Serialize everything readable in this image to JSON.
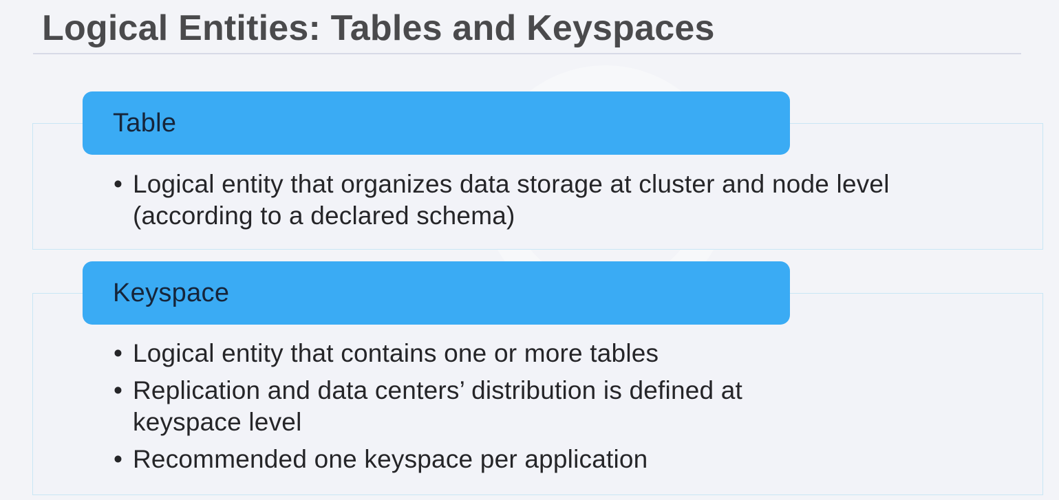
{
  "slide": {
    "title": "Logical Entities: Tables and Keyspaces",
    "sections": [
      {
        "heading": "Table",
        "bullets": [
          "Logical entity that organizes data storage at cluster and node level (according to a declared schema)"
        ]
      },
      {
        "heading": "Keyspace",
        "bullets": [
          "Logical entity that contains one or more tables",
          "Replication and data centers’ distribution is defined at keyspace level",
          "Recommended one keyspace per application"
        ]
      }
    ]
  },
  "colors": {
    "header_bar": "#3aabf4",
    "card_border": "#c8e6f5",
    "background": "#f3f4f8",
    "title_text": "#4a4a4c"
  }
}
